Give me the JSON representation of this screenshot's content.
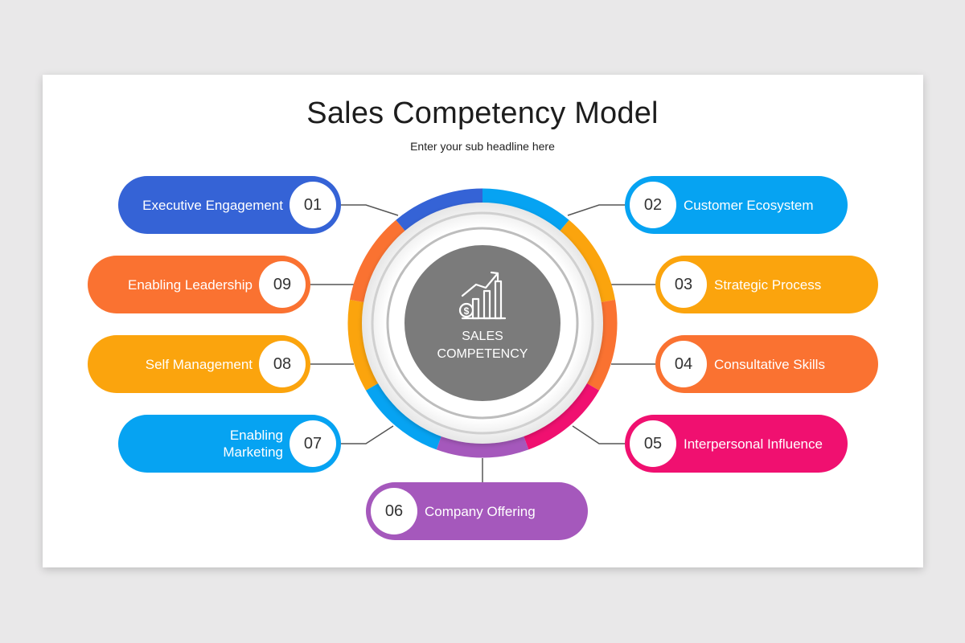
{
  "title": "Sales Competency Model",
  "subtitle": "Enter your sub headline here",
  "center": {
    "line1": "SALES",
    "line2": "COMPETENCY",
    "icon": "growth-chart-dollar-icon"
  },
  "items": [
    {
      "num": "01",
      "label": "Executive Engagement",
      "color": "#3563d6"
    },
    {
      "num": "02",
      "label": "Customer Ecosystem",
      "color": "#06a3f2"
    },
    {
      "num": "03",
      "label": "Strategic Process",
      "color": "#fba40d"
    },
    {
      "num": "04",
      "label": "Consultative Skills",
      "color": "#fa7231"
    },
    {
      "num": "05",
      "label": "Interpersonal Influence",
      "color": "#f01070"
    },
    {
      "num": "06",
      "label": "Company Offering",
      "color": "#a558bc"
    },
    {
      "num": "07",
      "label": "Enabling\nMarketing",
      "color": "#06a3f2"
    },
    {
      "num": "08",
      "label": "Self Management",
      "color": "#fba40d"
    },
    {
      "num": "09",
      "label": "Enabling Leadership",
      "color": "#fa7231"
    }
  ],
  "colors": {
    "slide_bg": "#ffffff",
    "page_bg": "#e9e8e9",
    "hub": "#7b7b7b",
    "connector": "#555555"
  }
}
